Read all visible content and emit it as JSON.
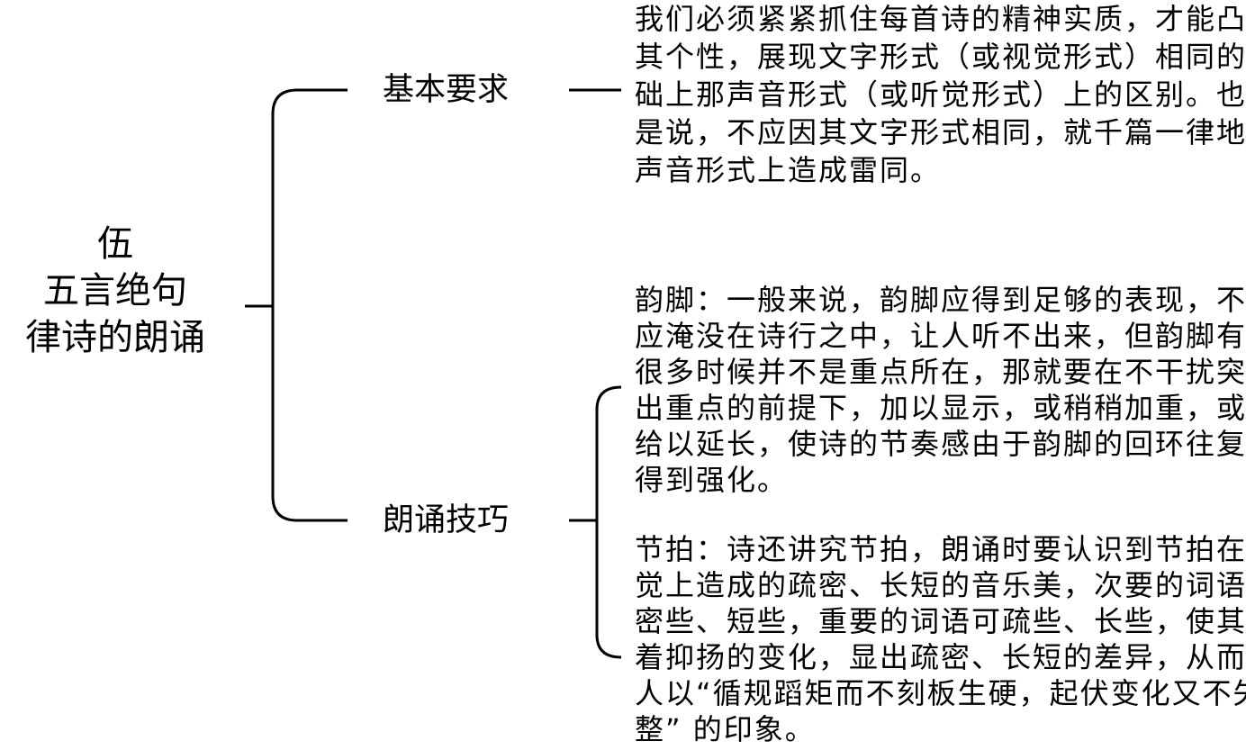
{
  "root": {
    "lines": [
      "伍",
      "五言绝句",
      "律诗的朗诵"
    ]
  },
  "branches": [
    {
      "label": "基本要求",
      "details": [
        {
          "lines": [
            "我们必须紧紧抓住每首诗的精神实质，才能凸现",
            "其个性，展现文字形式（或视觉形式）相同的基",
            "础上那声音形式（或听觉形式）上的区别。也就",
            "是说，不应因其文字形式相同，就千篇一律地在",
            "声音形式上造成雷同。"
          ]
        }
      ]
    },
    {
      "label": "朗诵技巧",
      "details": [
        {
          "lines": [
            "韵脚：一般来说，韵脚应得到足够的表现，不",
            "应淹没在诗行之中，让人听不出来，但韵脚有",
            "很多时候并不是重点所在，那就要在不干扰突",
            "出重点的前提下，加以显示，或稍稍加重，或",
            "给以延长，使诗的节奏感由于韵脚的回环往复",
            "得到强化。"
          ]
        },
        {
          "lines": [
            "节拍：诗还讲究节拍，朗诵时要认识到节拍在听",
            "觉上造成的疏密、长短的音乐美，次要的词语可",
            "密些、短些，重要的词语可疏些、长些，使其随",
            "着抑扬的变化，显出疏密、长短的差异，从而给",
            "人以“循规蹈矩而不刻板生硬，起伏变化又不失工",
            "整” 的印象。"
          ]
        }
      ]
    }
  ]
}
